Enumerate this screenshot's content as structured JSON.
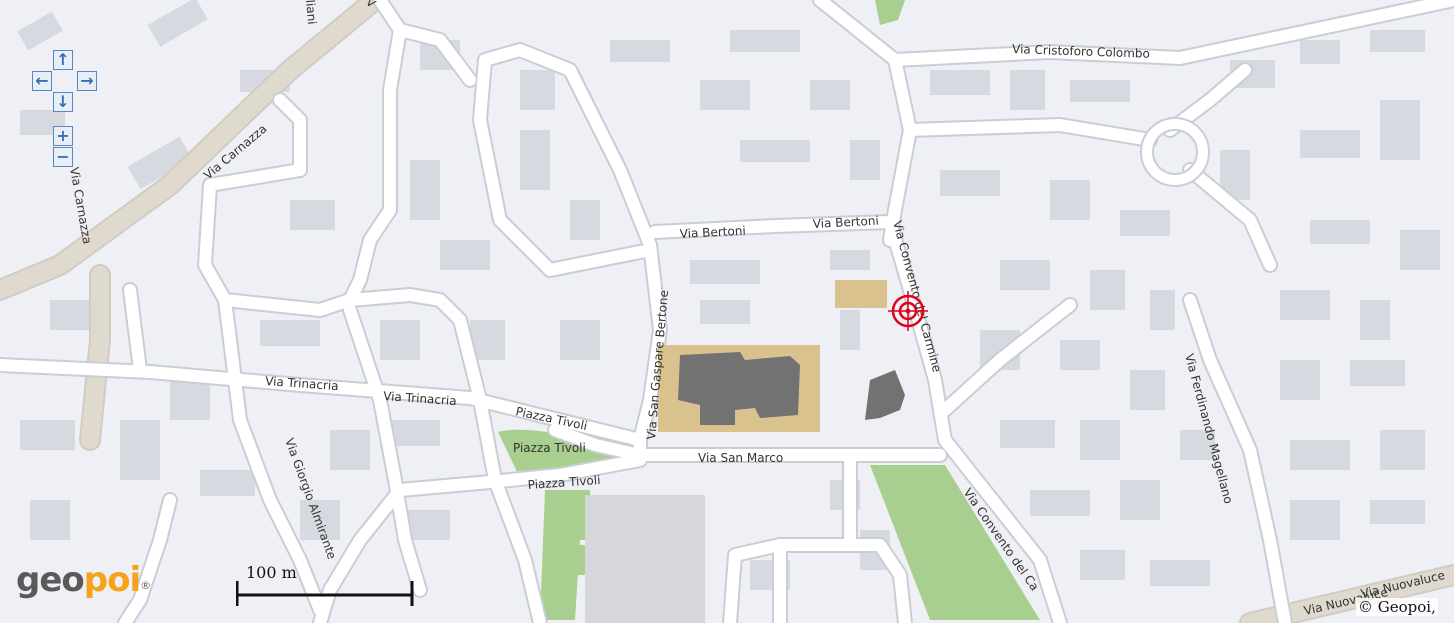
{
  "map": {
    "attribution": "© Geopoi,",
    "scale_label": "100 m",
    "logo": {
      "text_a": "geo",
      "text_b": "poi",
      "reg": "®"
    },
    "colors": {
      "background": "#eef0f5",
      "road": "#ffffff",
      "road_outline": "#c9cdd6",
      "building": "#d4d7dd",
      "highway": "#ddd6c8",
      "park": "#a8cf8f",
      "landmark": "#d9c28e",
      "structure": "#727272",
      "marker": "#e2001a",
      "control": "#3b6fb0"
    },
    "controls": {
      "pan_up": "↑",
      "pan_left": "←",
      "pan_right": "→",
      "pan_down": "↓",
      "zoom_in": "+",
      "zoom_out": "−"
    },
    "marker_icon": "target-crosshair-icon",
    "streets": {
      "via_cristoforo_colombo": "Via Cristoforo Colombo",
      "via_carnazza_top": "Via Carnazza",
      "via_carnazza_left": "Via Carnazza",
      "via_bertoni_1": "Via Bertoni",
      "via_bertoni_2": "Via Bertoni",
      "via_convento_del_carmine": "Via Convento del Carmine",
      "via_convento_del_ca": "Via Convento del Ca",
      "via_san_gaspare_bertone": "Via San Gaspare Bertone",
      "via_trinacria_1": "Via Trinacria",
      "via_trinacria_2": "Via Trinacria",
      "piazza_tivoli_1": "Piazza Tivoli",
      "piazza_tivoli_2": "Piazza Tivoli",
      "piazza_tivoli_3": "Piazza Tivoli",
      "via_san_marco": "Via San Marco",
      "via_giorgio_almirante": "Via Giorgio Almirante",
      "via_ferdinando_magellano": "Via Ferdinando Magellano",
      "via_nuovaluce_1": "Via Nuovaluce",
      "via_nuovaluce_2": "Via Nuovaluce",
      "top_fragment_1": "liani",
      "top_fragment_2": "V"
    }
  }
}
